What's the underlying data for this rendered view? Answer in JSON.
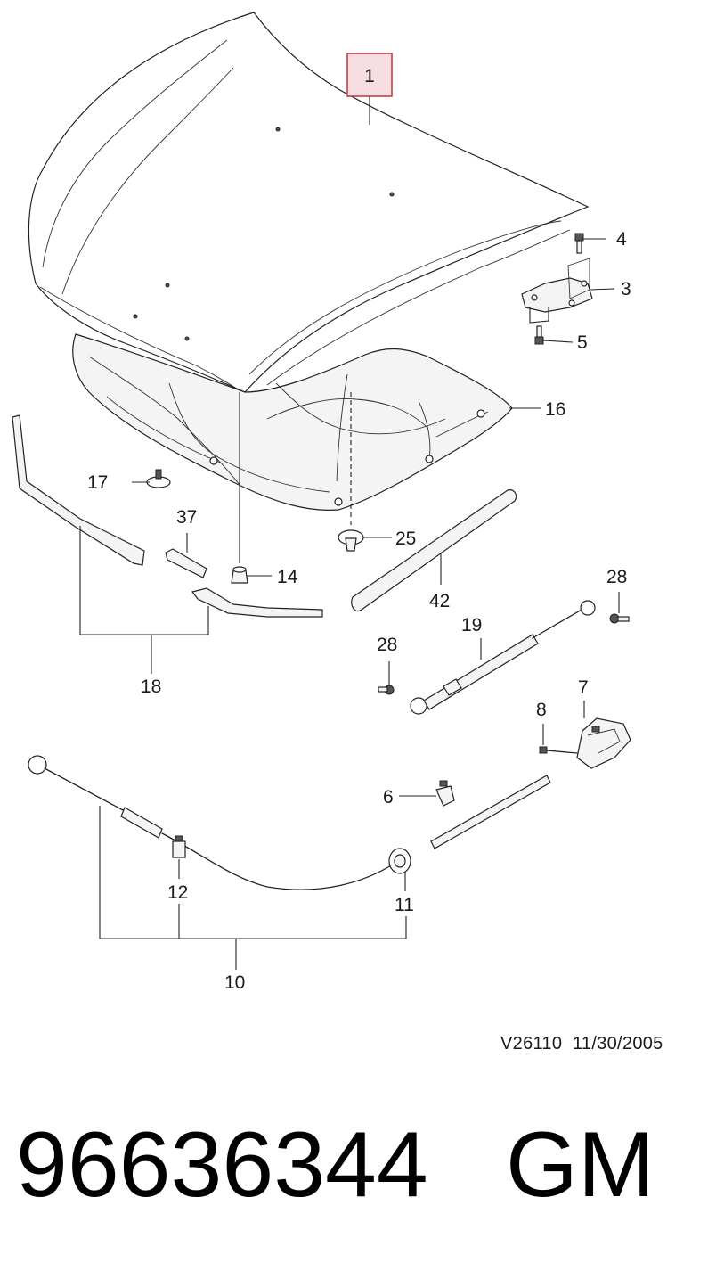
{
  "diagram": {
    "highlight_color": "#f6dde2",
    "highlight_border": "#c9303a",
    "highlighted_callout": "1",
    "callouts": {
      "c1": "1",
      "c3": "3",
      "c4": "4",
      "c5": "5",
      "c6": "6",
      "c7": "7",
      "c8": "8",
      "c10": "10",
      "c11": "11",
      "c12": "12",
      "c14": "14",
      "c16": "16",
      "c17": "17",
      "c18": "18",
      "c19": "19",
      "c25": "25",
      "c28a": "28",
      "c28b": "28",
      "c37": "37",
      "c42": "42"
    },
    "code": "V26110  11/30/2005"
  },
  "footer": {
    "part_number": "96636344",
    "brand": "GM"
  }
}
